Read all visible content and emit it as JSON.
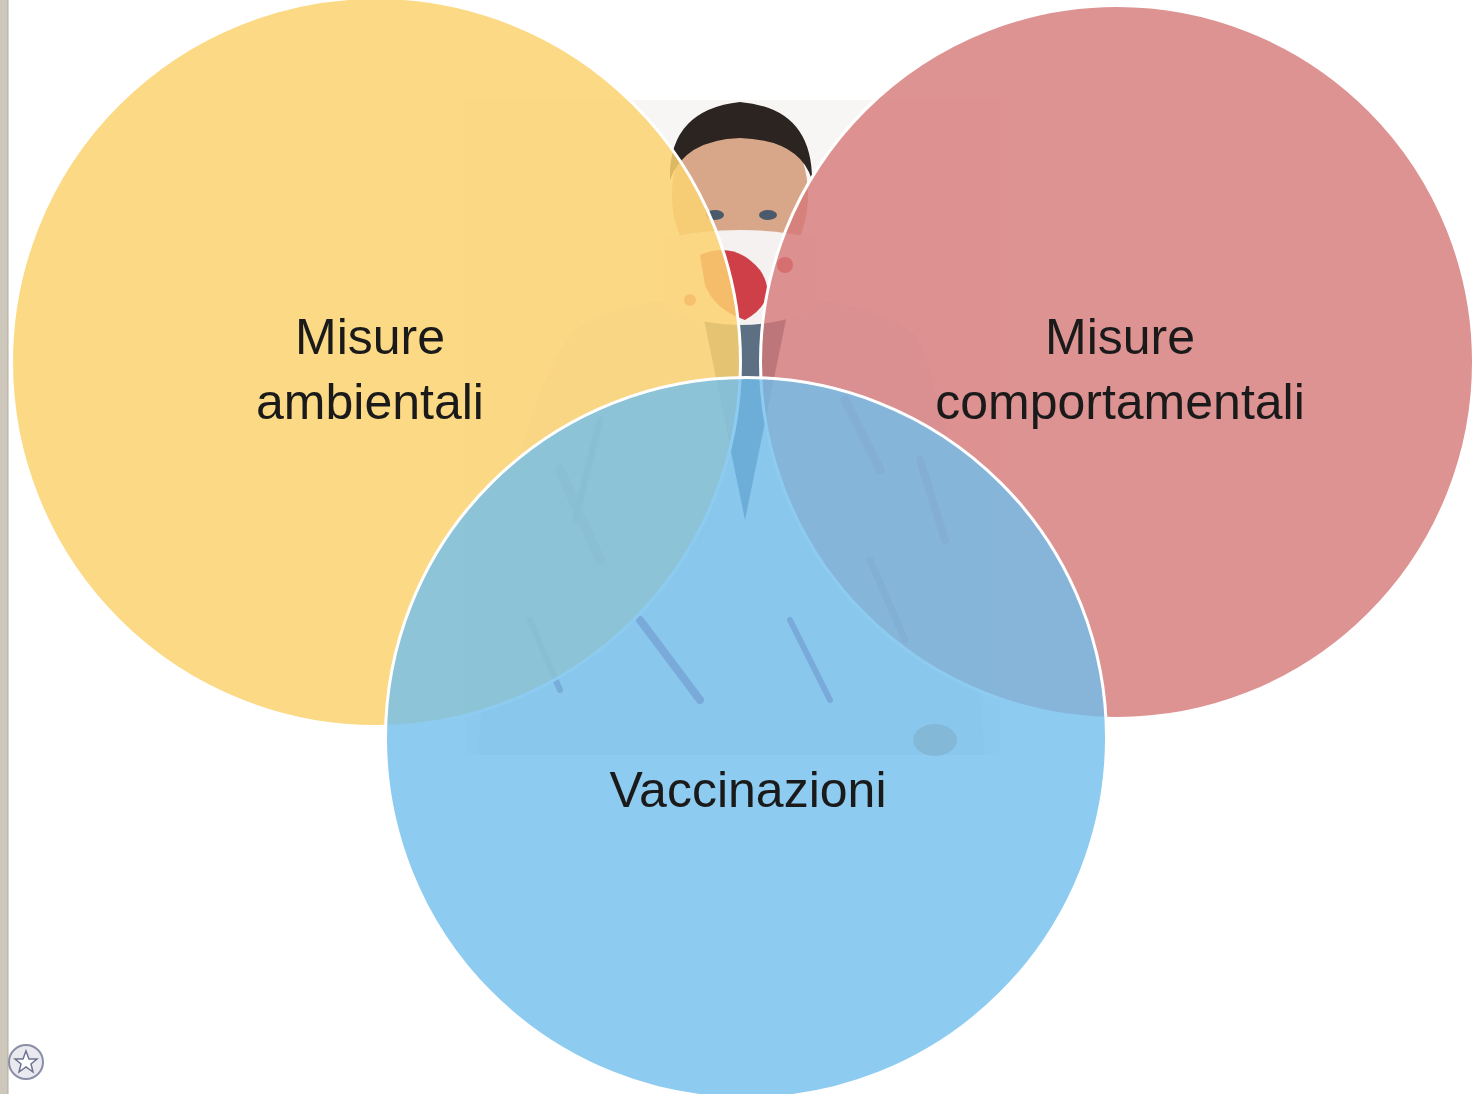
{
  "diagram": {
    "nodes": [
      {
        "text": [
          "Misure ambientali"
        ]
      },
      {
        "text": [
          "Misure comportamentali"
        ]
      },
      {
        "text": [
          "Vaccinazioni"
        ]
      }
    ]
  }
}
